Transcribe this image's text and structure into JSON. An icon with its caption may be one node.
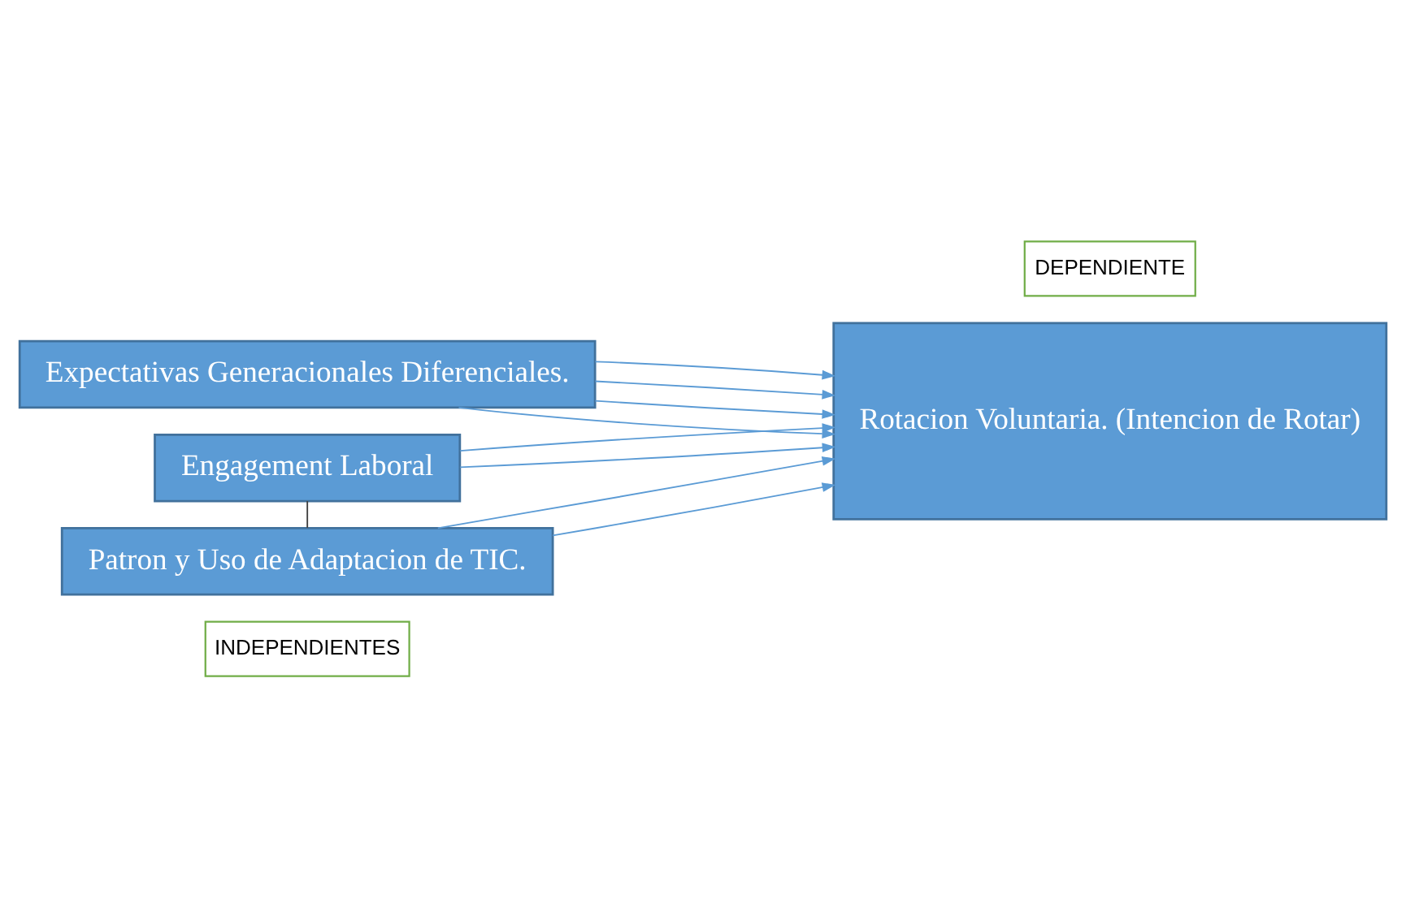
{
  "diagram": {
    "nodes": [
      {
        "text": [
          "INDEPENDIENTES"
        ]
      },
      {
        "text": [
          "Expectativas Generacionales Diferenciales."
        ]
      },
      {
        "text": [
          "Engagement Laboral"
        ]
      },
      {
        "text": [
          "Patron y Uso de Adaptacion de TIC."
        ]
      },
      {
        "text": [
          "DEPENDIENTE"
        ]
      },
      {
        "text": [
          "Rotacion Voluntaria. (Intencion de Rotar)"
        ]
      }
    ],
    "edges": [
      {
        "from": 1,
        "to": 5,
        "arrow": "to"
      },
      {
        "from": 1,
        "to": 5,
        "arrow": "to"
      },
      {
        "from": 1,
        "to": 5,
        "arrow": "to"
      },
      {
        "from": 1,
        "to": 5,
        "arrow": "to"
      },
      {
        "from": 2,
        "to": 5,
        "arrow": "to"
      },
      {
        "from": 2,
        "to": 5,
        "arrow": "to"
      },
      {
        "from": 3,
        "to": 5,
        "arrow": "to"
      },
      {
        "from": 3,
        "to": 5,
        "arrow": "to"
      },
      {
        "from": 2,
        "to": 3,
        "arrow": "none",
        "color": "#404040"
      }
    ]
  }
}
